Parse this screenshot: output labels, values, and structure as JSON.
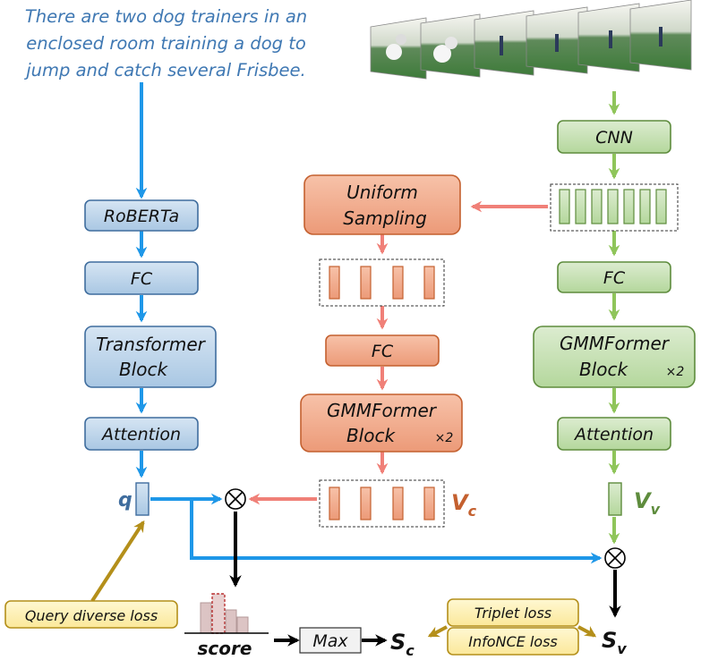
{
  "caption": "There are two dog trainers in an enclosed room training a dog to jump and catch several Frisbee.",
  "text_branch": {
    "roberta": "RoBERTa",
    "fc": "FC",
    "transformer_line1": "Transformer",
    "transformer_line2": "Block",
    "attention": "Attention",
    "q": "q"
  },
  "clip_branch": {
    "sampling_line1": "Uniform",
    "sampling_line2": "Sampling",
    "fc": "FC",
    "gmm_line1": "GMMFormer",
    "gmm_line2": "Block",
    "repeat": "×2",
    "vc_main": "V",
    "vc_sub": "c"
  },
  "video_branch": {
    "cnn": "CNN",
    "fc": "FC",
    "gmm_line1": "GMMFormer",
    "gmm_line2": "Block",
    "repeat": "×2",
    "attention": "Attention",
    "vv_main": "V",
    "vv_sub": "v"
  },
  "losses": {
    "query_diverse": "Query diverse loss",
    "triplet": "Triplet loss",
    "infonce": "InfoNCE loss"
  },
  "scoring": {
    "score": "score",
    "max": "Max",
    "sc_main": "S",
    "sc_sub": "c",
    "sv_main": "S",
    "sv_sub": "v"
  },
  "colors": {
    "blue_fill": "#bcd4ea",
    "blue_stroke": "#3f6d9e",
    "blue_arrow": "#1e97e8",
    "orange_fill": "#f2a98b",
    "orange_stroke": "#c4602f",
    "salmon_arrow": "#f08078",
    "green_fill": "#c5e0b0",
    "green_stroke": "#5e8c3d",
    "green_arrow": "#8fc55a",
    "gold": "#b48f1a",
    "gold_fill": "#fdf1b5"
  }
}
